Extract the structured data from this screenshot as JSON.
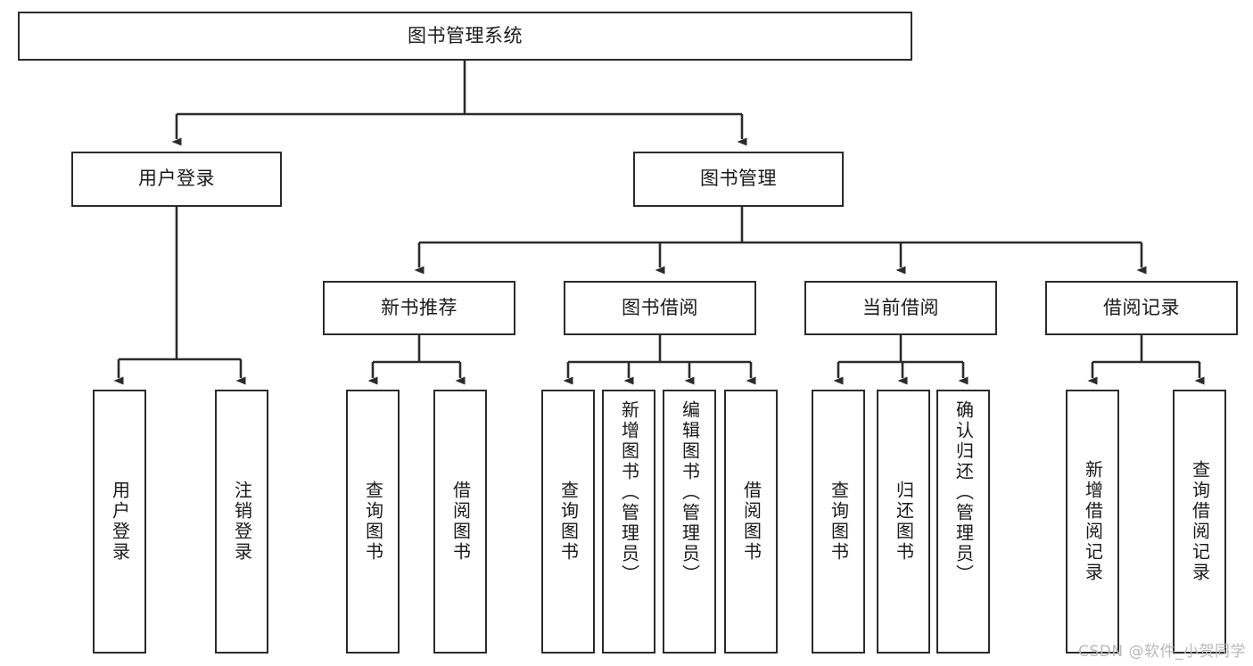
{
  "diagram": {
    "title": "图书管理系统",
    "type": "tree",
    "watermark": "CSDN @软件_小贺同学",
    "colors": {
      "box_border": "#2b2b2b",
      "box_fill": "#ffffff",
      "edge": "#2b2b2b",
      "text": "#1a1a1a",
      "watermark": "#b8b8b8"
    }
  },
  "nodes": {
    "root": {
      "label": "图书管理系统"
    },
    "level2": [
      {
        "label": "用户登录"
      },
      {
        "label": "图书管理"
      }
    ],
    "level3": [
      {
        "label": "新书推荐"
      },
      {
        "label": "图书借阅"
      },
      {
        "label": "当前借阅"
      },
      {
        "label": "借阅记录"
      }
    ],
    "leaves": {
      "user_login": [
        {
          "label": "用户登录"
        },
        {
          "label": "注销登录"
        }
      ],
      "new_book_recommend": [
        {
          "label": "查询图书"
        },
        {
          "label": "借阅图书"
        }
      ],
      "book_borrow": [
        {
          "label": "查询图书"
        },
        {
          "label": "新增图书（管理员）"
        },
        {
          "label": "编辑图书（管理员）"
        },
        {
          "label": "借阅图书"
        }
      ],
      "current_borrow": [
        {
          "label": "查询图书"
        },
        {
          "label": "归还图书"
        },
        {
          "label": "确认归还（管理员）"
        }
      ],
      "borrow_record": [
        {
          "label": "新增借阅记录"
        },
        {
          "label": "查询借阅记录"
        }
      ]
    }
  }
}
